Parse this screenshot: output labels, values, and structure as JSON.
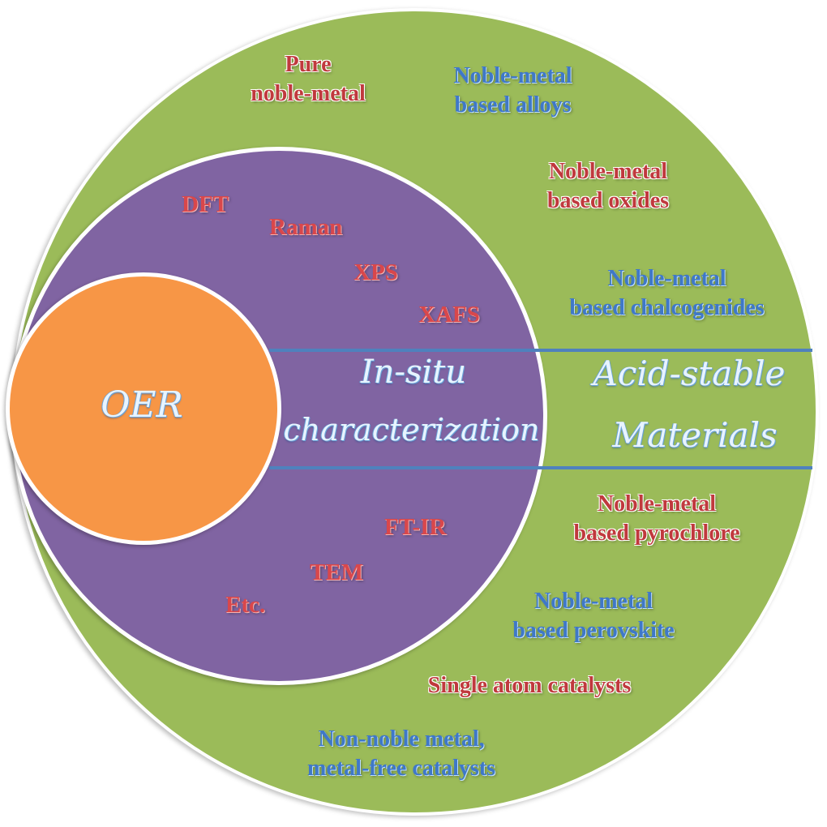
{
  "diagram": {
    "colors": {
      "outer_ring": "#9bbb59",
      "middle_ring": "#8064a2",
      "inner_core": "#f79646",
      "divider_lines": "#4f81bd",
      "label_red": "#c0393d",
      "label_blue": "#3f78c8",
      "script_text": "#e8f4ff"
    },
    "core": {
      "label": "OER"
    },
    "middle_ring": {
      "title_line1": "In-situ",
      "title_line2": "characterization",
      "techniques": [
        "DFT",
        "Raman",
        "XPS",
        "XAFS",
        "FT-IR",
        "TEM",
        "Etc."
      ]
    },
    "outer_ring": {
      "title_line1": "Acid-stable",
      "title_line2": "Materials",
      "materials": [
        {
          "line1": "Pure",
          "line2": "noble-metal",
          "color": "red"
        },
        {
          "line1": "Noble-metal",
          "line2": "based alloys",
          "color": "blue"
        },
        {
          "line1": "Noble-metal",
          "line2": "based oxides",
          "color": "red"
        },
        {
          "line1": "Noble-metal",
          "line2": "based chalcogenides",
          "color": "blue"
        },
        {
          "line1": "Noble-metal",
          "line2": "based pyrochlore",
          "color": "red"
        },
        {
          "line1": "Noble-metal",
          "line2": "based perovskite",
          "color": "blue"
        },
        {
          "line1": "Single atom catalysts",
          "line2": "",
          "color": "red"
        },
        {
          "line1": "Non-noble metal,",
          "line2": "metal-free catalysts",
          "color": "blue"
        }
      ]
    }
  }
}
